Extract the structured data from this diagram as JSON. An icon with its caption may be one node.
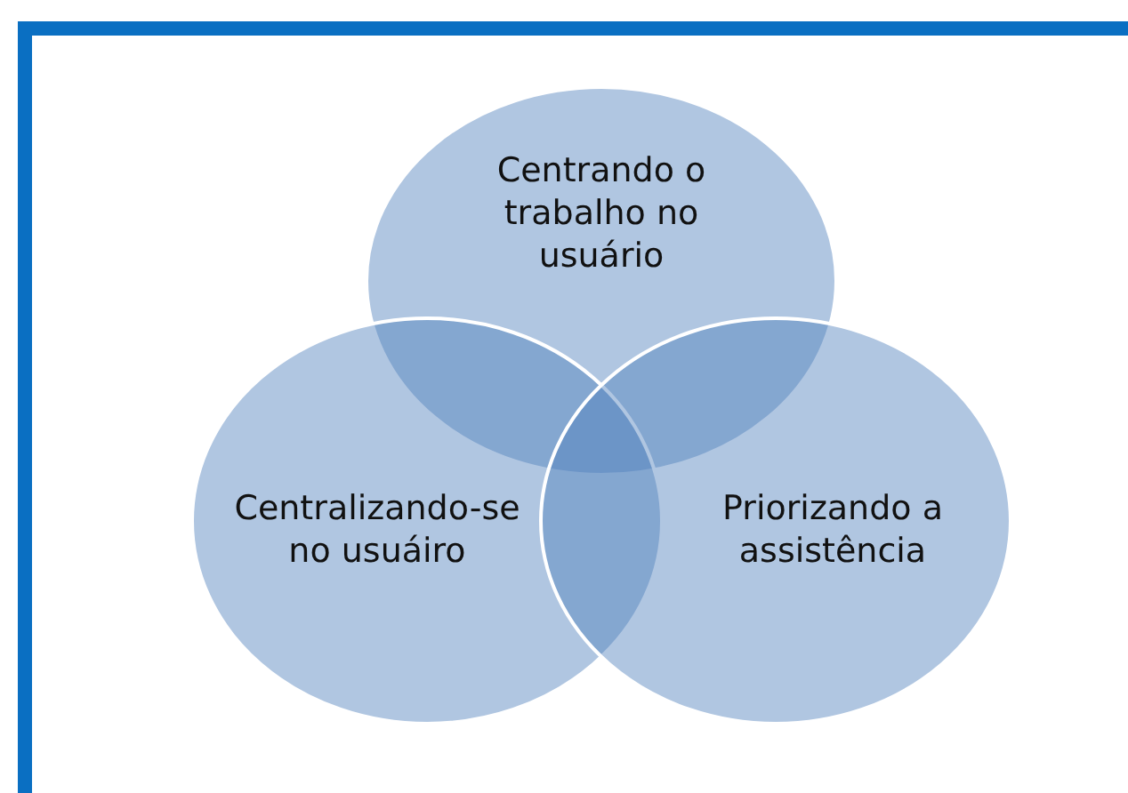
{
  "diagram": {
    "nodes": [
      {
        "text": [
          "Centrando o trabalho no usuário"
        ]
      },
      {
        "text": [
          "Centralizando-se no usuáiro"
        ]
      },
      {
        "text": [
          "Priorizando a assistência"
        ]
      }
    ]
  }
}
